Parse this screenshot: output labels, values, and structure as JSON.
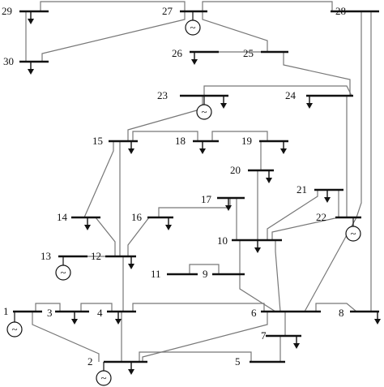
{
  "diagram": {
    "colors": {
      "line": "#777777",
      "bus": "#111111",
      "background": "#ffffff"
    },
    "buses": [
      {
        "id": "1",
        "label": "1"
      },
      {
        "id": "2",
        "label": "2"
      },
      {
        "id": "3",
        "label": "3"
      },
      {
        "id": "4",
        "label": "4"
      },
      {
        "id": "5",
        "label": "5"
      },
      {
        "id": "6",
        "label": "6"
      },
      {
        "id": "7",
        "label": "7"
      },
      {
        "id": "8",
        "label": "8"
      },
      {
        "id": "9",
        "label": "9"
      },
      {
        "id": "10",
        "label": "10"
      },
      {
        "id": "11",
        "label": "11"
      },
      {
        "id": "12",
        "label": "12"
      },
      {
        "id": "13",
        "label": "13"
      },
      {
        "id": "14",
        "label": "14"
      },
      {
        "id": "15",
        "label": "15"
      },
      {
        "id": "16",
        "label": "16"
      },
      {
        "id": "17",
        "label": "17"
      },
      {
        "id": "18",
        "label": "18"
      },
      {
        "id": "19",
        "label": "19"
      },
      {
        "id": "20",
        "label": "20"
      },
      {
        "id": "21",
        "label": "21"
      },
      {
        "id": "22",
        "label": "22"
      },
      {
        "id": "23",
        "label": "23"
      },
      {
        "id": "24",
        "label": "24"
      },
      {
        "id": "25",
        "label": "25"
      },
      {
        "id": "26",
        "label": "26"
      },
      {
        "id": "27",
        "label": "27"
      },
      {
        "id": "28",
        "label": "28"
      },
      {
        "id": "29",
        "label": "29"
      },
      {
        "id": "30",
        "label": "30"
      }
    ],
    "generators": [
      "1",
      "2",
      "13",
      "22",
      "23",
      "27"
    ],
    "loads": [
      "2",
      "3",
      "4",
      "7",
      "8",
      "10",
      "12",
      "14",
      "15",
      "16",
      "17",
      "18",
      "19",
      "20",
      "21",
      "23",
      "24",
      "26",
      "29",
      "30"
    ],
    "generator_symbol": "~",
    "lines": [
      [
        "1",
        "2"
      ],
      [
        "1",
        "3"
      ],
      [
        "2",
        "4"
      ],
      [
        "3",
        "4"
      ],
      [
        "2",
        "5"
      ],
      [
        "2",
        "6"
      ],
      [
        "4",
        "6"
      ],
      [
        "5",
        "7"
      ],
      [
        "6",
        "7"
      ],
      [
        "6",
        "8"
      ],
      [
        "6",
        "9"
      ],
      [
        "6",
        "10"
      ],
      [
        "9",
        "11"
      ],
      [
        "9",
        "10"
      ],
      [
        "4",
        "12"
      ],
      [
        "12",
        "13"
      ],
      [
        "12",
        "14"
      ],
      [
        "12",
        "15"
      ],
      [
        "12",
        "16"
      ],
      [
        "14",
        "15"
      ],
      [
        "16",
        "17"
      ],
      [
        "15",
        "18"
      ],
      [
        "18",
        "19"
      ],
      [
        "19",
        "20"
      ],
      [
        "10",
        "20"
      ],
      [
        "10",
        "17"
      ],
      [
        "10",
        "21"
      ],
      [
        "10",
        "22"
      ],
      [
        "21",
        "22"
      ],
      [
        "15",
        "23"
      ],
      [
        "22",
        "24"
      ],
      [
        "23",
        "24"
      ],
      [
        "24",
        "25"
      ],
      [
        "25",
        "26"
      ],
      [
        "25",
        "27"
      ],
      [
        "28",
        "27"
      ],
      [
        "27",
        "29"
      ],
      [
        "27",
        "30"
      ],
      [
        "29",
        "30"
      ],
      [
        "8",
        "28"
      ],
      [
        "6",
        "28"
      ]
    ]
  }
}
